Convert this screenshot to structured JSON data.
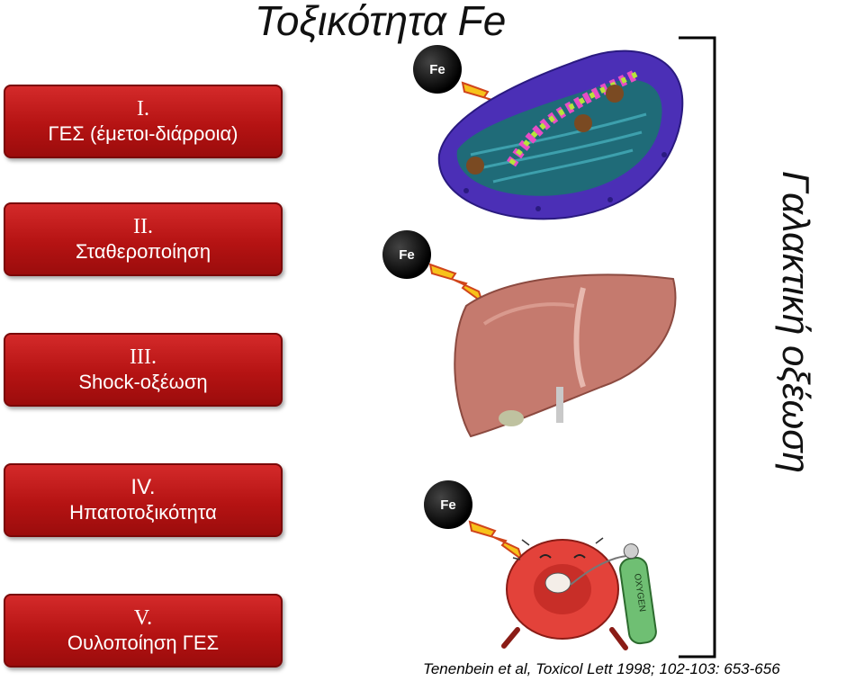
{
  "title": "Τοξικότητα Fe",
  "stages": [
    {
      "num": "I.",
      "text": "ΓΕΣ (έμετοι-διάρροια)"
    },
    {
      "num": "II.",
      "text": "Σταθεροποίηση"
    },
    {
      "num": "III.",
      "text": "Shock-οξέωση"
    },
    {
      "num": "IV.",
      "text": "Ηπατοτοξικότητα"
    },
    {
      "num": "V.",
      "text": "Ουλοποίηση ΓΕΣ"
    }
  ],
  "fe_label": "Fe",
  "oxygen_label": "OXYGEN",
  "side_label": "Γαλακτική οξέωση",
  "reference": "Tenenbein et al, Toxicol Lett 1998; 102-103: 653-656"
}
